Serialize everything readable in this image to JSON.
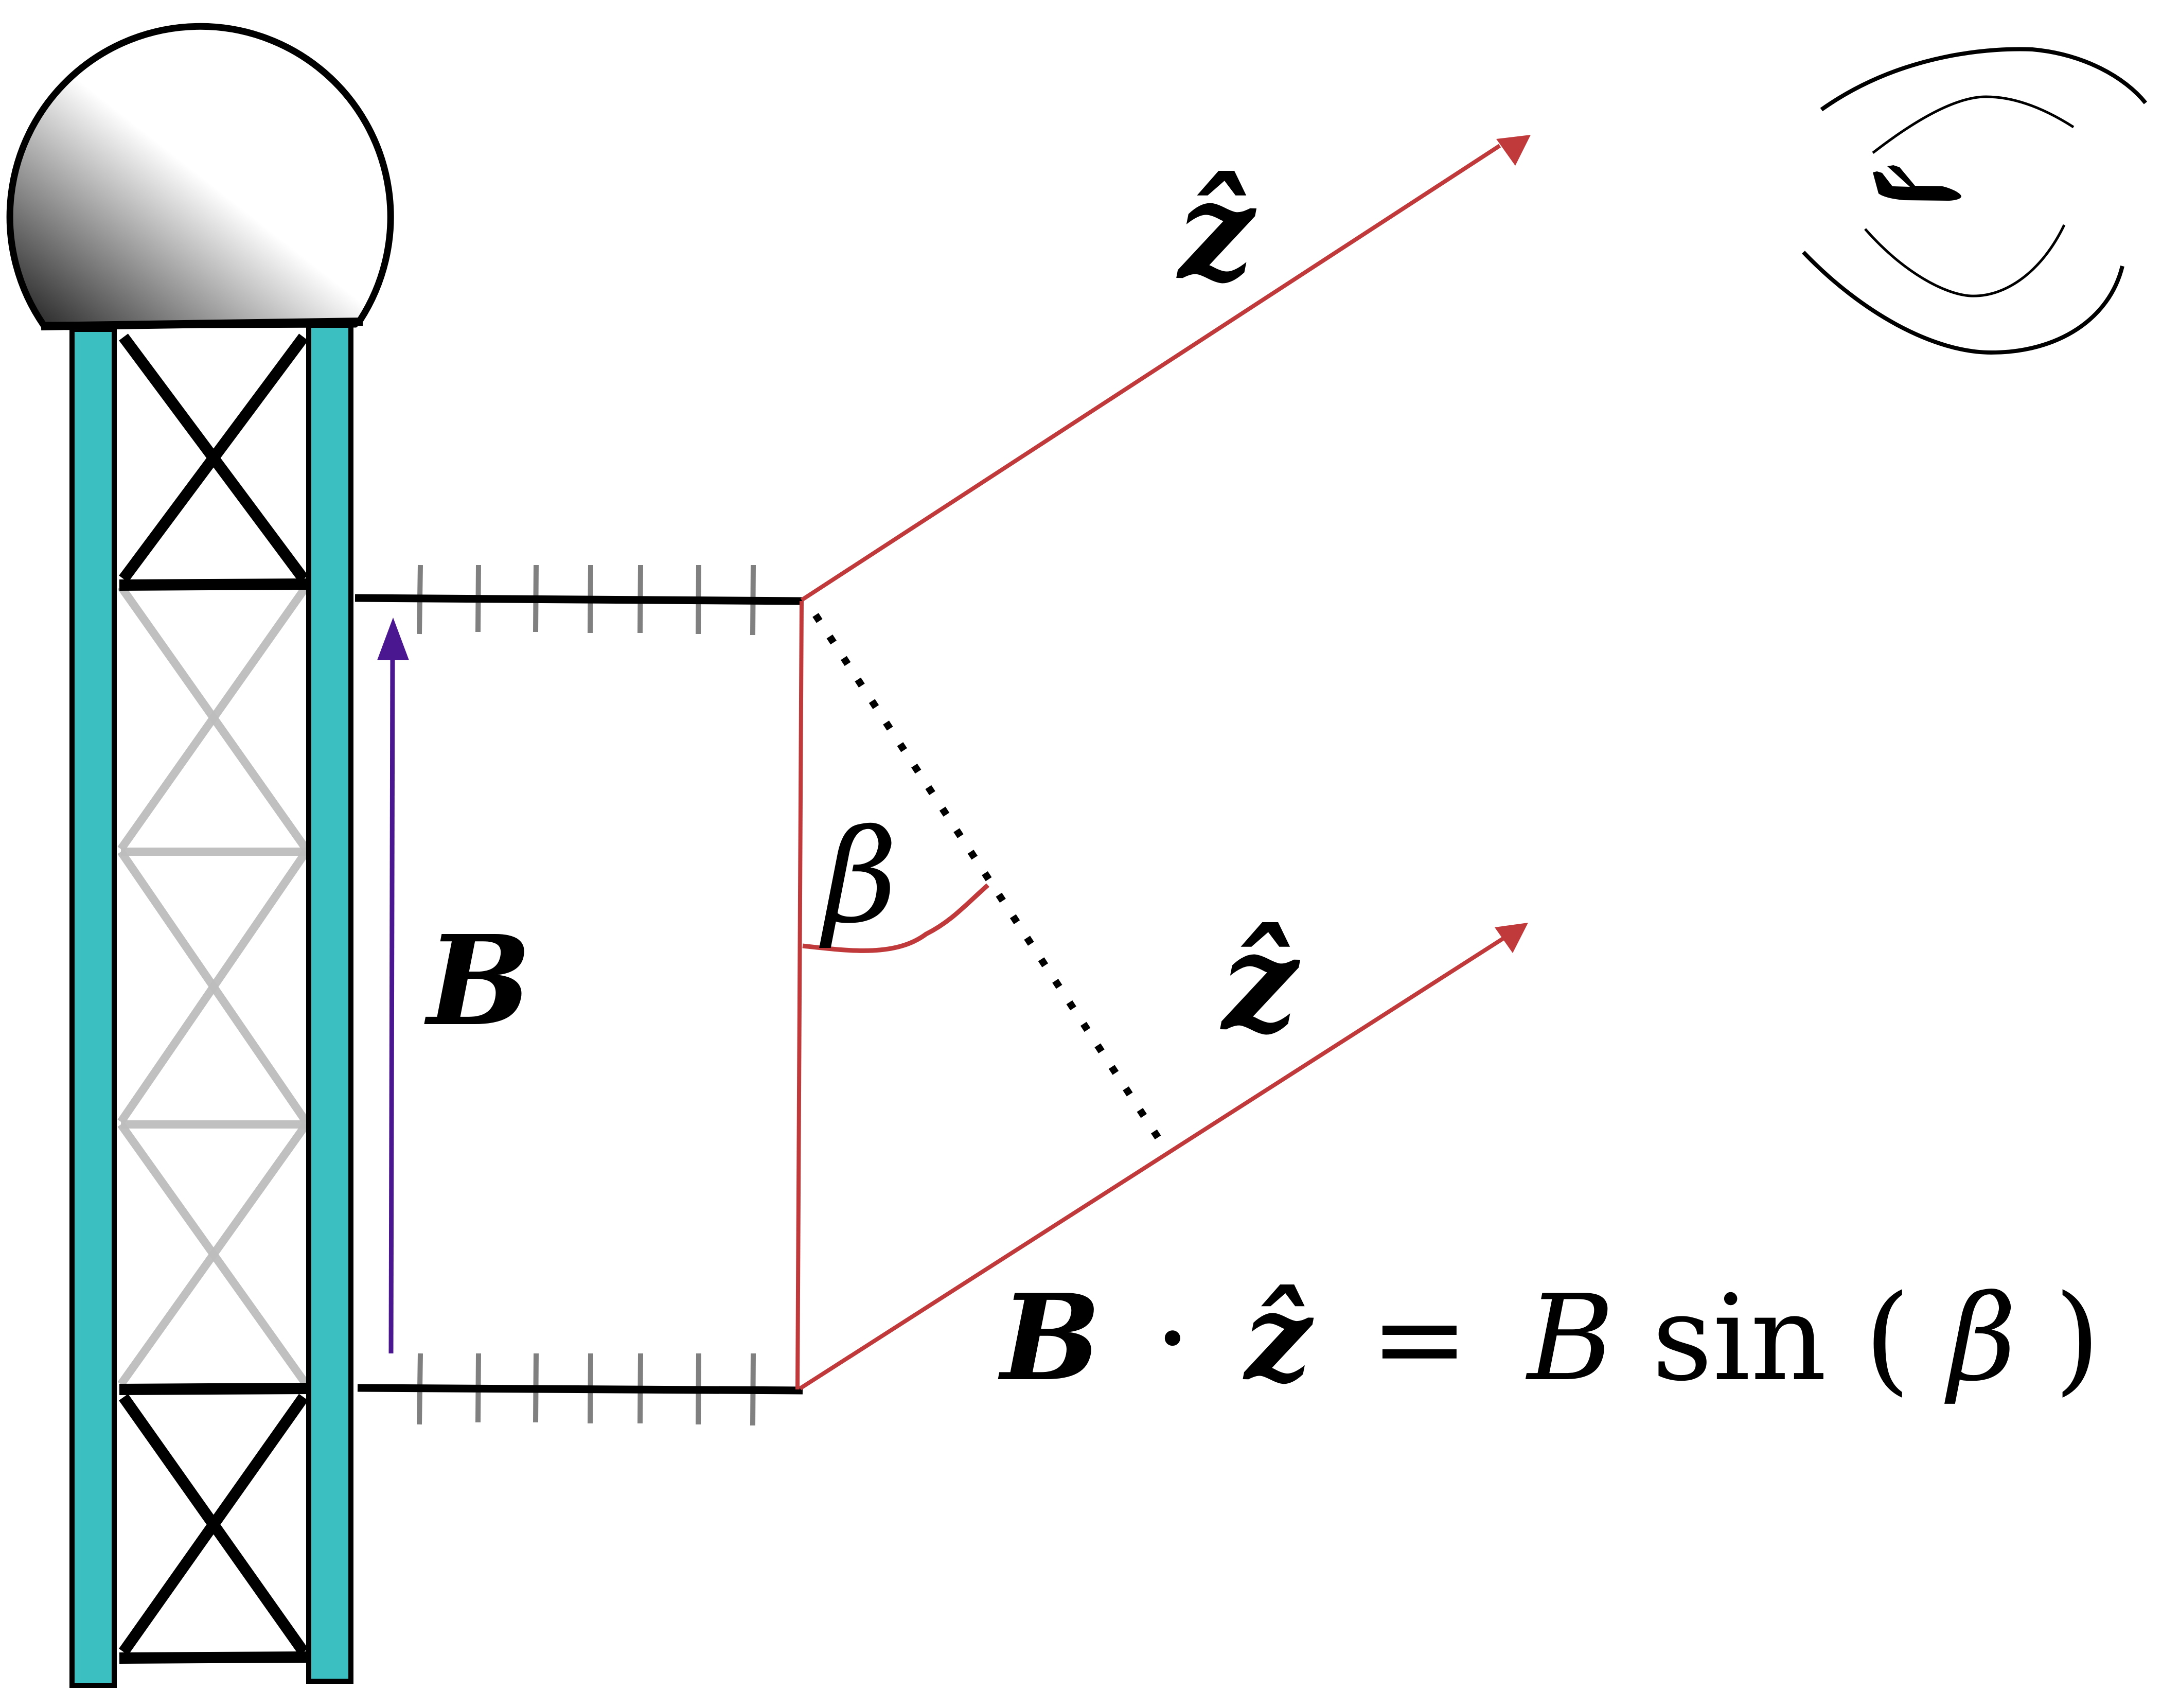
{
  "diagram": {
    "title": "Interferometer baseline geometry",
    "colors": {
      "tower_pillar": "#3bbfc0",
      "tower_outline": "#000000",
      "bracing_foreground": "#000000",
      "bracing_background": "#bdbdbd",
      "baseline_vector": "#4b1790",
      "pointing_vectors": "#c0393b",
      "antenna_ticks": "#808080"
    },
    "labels": {
      "baseline": "B",
      "angle": "β",
      "pointing_upper": "ẑ",
      "pointing_lower": "ẑ",
      "equation": {
        "lhs_vector": "B",
        "dot": "·",
        "lhs_unit": "ẑ",
        "equals": "=",
        "rhs_magnitude": "B",
        "rhs_function": "sin",
        "rhs_open": "(",
        "rhs_argument": "β",
        "rhs_close": ")"
      }
    },
    "icons": {
      "dish": "radome-dish-icon",
      "aircraft": "airplane-icon",
      "signal": "radio-wave-arcs"
    }
  }
}
